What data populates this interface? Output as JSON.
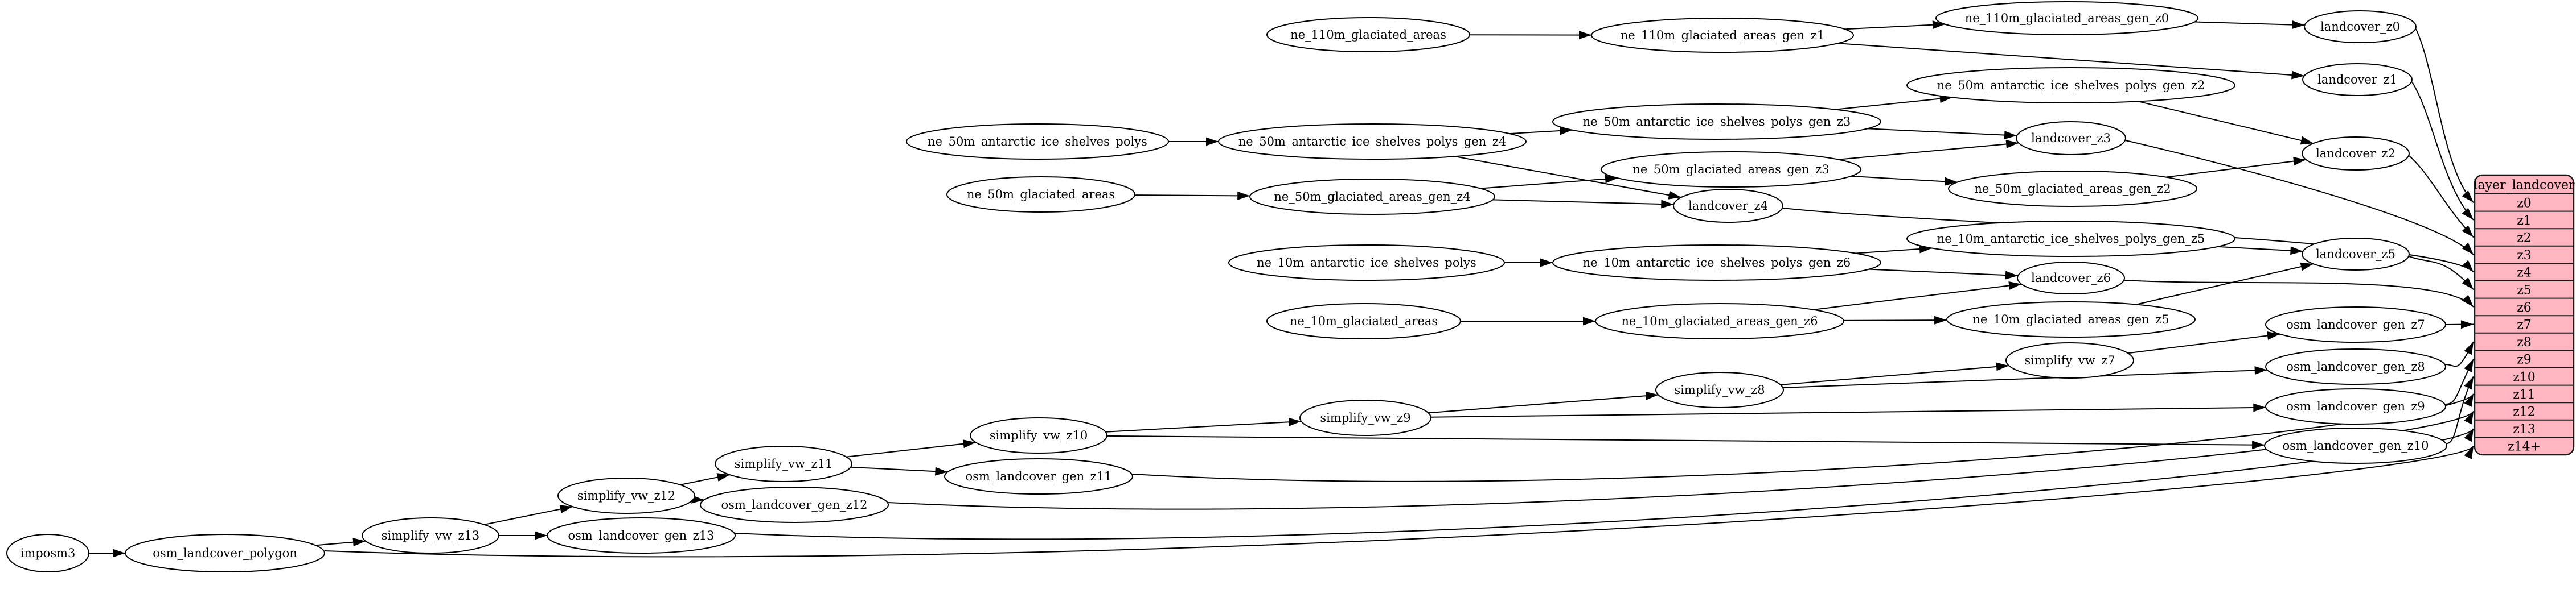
{
  "diagram": {
    "background_color": "#ffffff",
    "edge_color": "#000000",
    "node_fill": "#ffffff",
    "node_stroke": "#000000",
    "nodes": [
      {
        "id": "imposm3",
        "label": "imposm3"
      },
      {
        "id": "osm_landcover_polygon",
        "label": "osm_landcover_polygon"
      },
      {
        "id": "simplify_vw_z13",
        "label": "simplify_vw_z13"
      },
      {
        "id": "osm_landcover_gen_z13",
        "label": "osm_landcover_gen_z13"
      },
      {
        "id": "simplify_vw_z12",
        "label": "simplify_vw_z12"
      },
      {
        "id": "osm_landcover_gen_z12",
        "label": "osm_landcover_gen_z12"
      },
      {
        "id": "simplify_vw_z11",
        "label": "simplify_vw_z11"
      },
      {
        "id": "osm_landcover_gen_z11",
        "label": "osm_landcover_gen_z11"
      },
      {
        "id": "simplify_vw_z10",
        "label": "simplify_vw_z10"
      },
      {
        "id": "simplify_vw_z9",
        "label": "simplify_vw_z9"
      },
      {
        "id": "simplify_vw_z8",
        "label": "simplify_vw_z8"
      },
      {
        "id": "simplify_vw_z7",
        "label": "simplify_vw_z7"
      },
      {
        "id": "osm_landcover_gen_z7",
        "label": "osm_landcover_gen_z7"
      },
      {
        "id": "osm_landcover_gen_z8",
        "label": "osm_landcover_gen_z8"
      },
      {
        "id": "osm_landcover_gen_z9",
        "label": "osm_landcover_gen_z9"
      },
      {
        "id": "osm_landcover_gen_z10",
        "label": "osm_landcover_gen_z10"
      },
      {
        "id": "ne_110m_glaciated_areas",
        "label": "ne_110m_glaciated_areas"
      },
      {
        "id": "ne_110m_glaciated_areas_gen_z1",
        "label": "ne_110m_glaciated_areas_gen_z1"
      },
      {
        "id": "ne_110m_glaciated_areas_gen_z0",
        "label": "ne_110m_glaciated_areas_gen_z0"
      },
      {
        "id": "landcover_z0",
        "label": "landcover_z0"
      },
      {
        "id": "landcover_z1",
        "label": "landcover_z1"
      },
      {
        "id": "ne_50m_antarctic_ice_shelves_polys",
        "label": "ne_50m_antarctic_ice_shelves_polys"
      },
      {
        "id": "ne_50m_antarctic_ice_shelves_polys_gen_z4",
        "label": "ne_50m_antarctic_ice_shelves_polys_gen_z4"
      },
      {
        "id": "ne_50m_antarctic_ice_shelves_polys_gen_z3",
        "label": "ne_50m_antarctic_ice_shelves_polys_gen_z3"
      },
      {
        "id": "ne_50m_antarctic_ice_shelves_polys_gen_z2",
        "label": "ne_50m_antarctic_ice_shelves_polys_gen_z2"
      },
      {
        "id": "landcover_z2",
        "label": "landcover_z2"
      },
      {
        "id": "landcover_z3",
        "label": "landcover_z3"
      },
      {
        "id": "ne_50m_glaciated_areas",
        "label": "ne_50m_glaciated_areas"
      },
      {
        "id": "ne_50m_glaciated_areas_gen_z4",
        "label": "ne_50m_glaciated_areas_gen_z4"
      },
      {
        "id": "ne_50m_glaciated_areas_gen_z3",
        "label": "ne_50m_glaciated_areas_gen_z3"
      },
      {
        "id": "ne_50m_glaciated_areas_gen_z2",
        "label": "ne_50m_glaciated_areas_gen_z2"
      },
      {
        "id": "landcover_z4",
        "label": "landcover_z4"
      },
      {
        "id": "ne_10m_antarctic_ice_shelves_polys",
        "label": "ne_10m_antarctic_ice_shelves_polys"
      },
      {
        "id": "ne_10m_antarctic_ice_shelves_polys_gen_z6",
        "label": "ne_10m_antarctic_ice_shelves_polys_gen_z6"
      },
      {
        "id": "ne_10m_antarctic_ice_shelves_polys_gen_z5",
        "label": "ne_10m_antarctic_ice_shelves_polys_gen_z5"
      },
      {
        "id": "landcover_z5",
        "label": "landcover_z5"
      },
      {
        "id": "landcover_z6",
        "label": "landcover_z6"
      },
      {
        "id": "ne_10m_glaciated_areas",
        "label": "ne_10m_glaciated_areas"
      },
      {
        "id": "ne_10m_glaciated_areas_gen_z6",
        "label": "ne_10m_glaciated_areas_gen_z6"
      },
      {
        "id": "ne_10m_glaciated_areas_gen_z5",
        "label": "ne_10m_glaciated_areas_gen_z5"
      }
    ],
    "edges": [
      {
        "from": "imposm3",
        "to": "osm_landcover_polygon"
      },
      {
        "from": "osm_landcover_polygon",
        "to": "simplify_vw_z13"
      },
      {
        "from": "osm_landcover_polygon",
        "to": "row:z14+"
      },
      {
        "from": "simplify_vw_z13",
        "to": "simplify_vw_z12"
      },
      {
        "from": "simplify_vw_z13",
        "to": "osm_landcover_gen_z13"
      },
      {
        "from": "osm_landcover_gen_z13",
        "to": "row:z13"
      },
      {
        "from": "simplify_vw_z12",
        "to": "simplify_vw_z11"
      },
      {
        "from": "simplify_vw_z12",
        "to": "osm_landcover_gen_z12"
      },
      {
        "from": "osm_landcover_gen_z12",
        "to": "row:z12"
      },
      {
        "from": "simplify_vw_z11",
        "to": "simplify_vw_z10"
      },
      {
        "from": "simplify_vw_z11",
        "to": "osm_landcover_gen_z11"
      },
      {
        "from": "osm_landcover_gen_z11",
        "to": "row:z11"
      },
      {
        "from": "simplify_vw_z10",
        "to": "simplify_vw_z9"
      },
      {
        "from": "simplify_vw_z10",
        "to": "osm_landcover_gen_z10"
      },
      {
        "from": "osm_landcover_gen_z10",
        "to": "row:z10"
      },
      {
        "from": "simplify_vw_z9",
        "to": "simplify_vw_z8"
      },
      {
        "from": "simplify_vw_z9",
        "to": "osm_landcover_gen_z9"
      },
      {
        "from": "osm_landcover_gen_z9",
        "to": "row:z9"
      },
      {
        "from": "simplify_vw_z8",
        "to": "simplify_vw_z7"
      },
      {
        "from": "simplify_vw_z8",
        "to": "osm_landcover_gen_z8"
      },
      {
        "from": "osm_landcover_gen_z8",
        "to": "row:z8"
      },
      {
        "from": "simplify_vw_z7",
        "to": "osm_landcover_gen_z7"
      },
      {
        "from": "osm_landcover_gen_z7",
        "to": "row:z7"
      },
      {
        "from": "ne_110m_glaciated_areas",
        "to": "ne_110m_glaciated_areas_gen_z1"
      },
      {
        "from": "ne_110m_glaciated_areas_gen_z1",
        "to": "ne_110m_glaciated_areas_gen_z0"
      },
      {
        "from": "ne_110m_glaciated_areas_gen_z1",
        "to": "landcover_z1"
      },
      {
        "from": "ne_110m_glaciated_areas_gen_z0",
        "to": "landcover_z0"
      },
      {
        "from": "landcover_z0",
        "to": "row:z0"
      },
      {
        "from": "landcover_z1",
        "to": "row:z1"
      },
      {
        "from": "ne_50m_antarctic_ice_shelves_polys",
        "to": "ne_50m_antarctic_ice_shelves_polys_gen_z4"
      },
      {
        "from": "ne_50m_antarctic_ice_shelves_polys_gen_z4",
        "to": "ne_50m_antarctic_ice_shelves_polys_gen_z3"
      },
      {
        "from": "ne_50m_antarctic_ice_shelves_polys_gen_z4",
        "to": "landcover_z4"
      },
      {
        "from": "ne_50m_antarctic_ice_shelves_polys_gen_z3",
        "to": "ne_50m_antarctic_ice_shelves_polys_gen_z2"
      },
      {
        "from": "ne_50m_antarctic_ice_shelves_polys_gen_z3",
        "to": "landcover_z3"
      },
      {
        "from": "ne_50m_antarctic_ice_shelves_polys_gen_z2",
        "to": "landcover_z2"
      },
      {
        "from": "ne_50m_glaciated_areas",
        "to": "ne_50m_glaciated_areas_gen_z4"
      },
      {
        "from": "ne_50m_glaciated_areas_gen_z4",
        "to": "ne_50m_glaciated_areas_gen_z3"
      },
      {
        "from": "ne_50m_glaciated_areas_gen_z4",
        "to": "landcover_z4"
      },
      {
        "from": "ne_50m_glaciated_areas_gen_z3",
        "to": "ne_50m_glaciated_areas_gen_z2"
      },
      {
        "from": "ne_50m_glaciated_areas_gen_z3",
        "to": "landcover_z3"
      },
      {
        "from": "ne_50m_glaciated_areas_gen_z2",
        "to": "landcover_z2"
      },
      {
        "from": "landcover_z2",
        "to": "row:z2"
      },
      {
        "from": "landcover_z3",
        "to": "row:z3"
      },
      {
        "from": "landcover_z4",
        "to": "row:z4"
      },
      {
        "from": "ne_10m_antarctic_ice_shelves_polys",
        "to": "ne_10m_antarctic_ice_shelves_polys_gen_z6"
      },
      {
        "from": "ne_10m_antarctic_ice_shelves_polys_gen_z6",
        "to": "ne_10m_antarctic_ice_shelves_polys_gen_z5"
      },
      {
        "from": "ne_10m_antarctic_ice_shelves_polys_gen_z6",
        "to": "landcover_z6"
      },
      {
        "from": "ne_10m_antarctic_ice_shelves_polys_gen_z5",
        "to": "landcover_z5"
      },
      {
        "from": "ne_10m_glaciated_areas",
        "to": "ne_10m_glaciated_areas_gen_z6"
      },
      {
        "from": "ne_10m_glaciated_areas_gen_z6",
        "to": "ne_10m_glaciated_areas_gen_z5"
      },
      {
        "from": "ne_10m_glaciated_areas_gen_z6",
        "to": "landcover_z6"
      },
      {
        "from": "ne_10m_glaciated_areas_gen_z5",
        "to": "landcover_z5"
      },
      {
        "from": "landcover_z5",
        "to": "row:z5"
      },
      {
        "from": "landcover_z6",
        "to": "row:z6"
      }
    ],
    "table": {
      "title": "layer_landcover",
      "rows": [
        "z0",
        "z1",
        "z2",
        "z3",
        "z4",
        "z5",
        "z6",
        "z7",
        "z8",
        "z9",
        "z10",
        "z11",
        "z12",
        "z13",
        "z14+"
      ],
      "fill": "#ffb6c1",
      "stroke": "#1a1a1a"
    }
  }
}
